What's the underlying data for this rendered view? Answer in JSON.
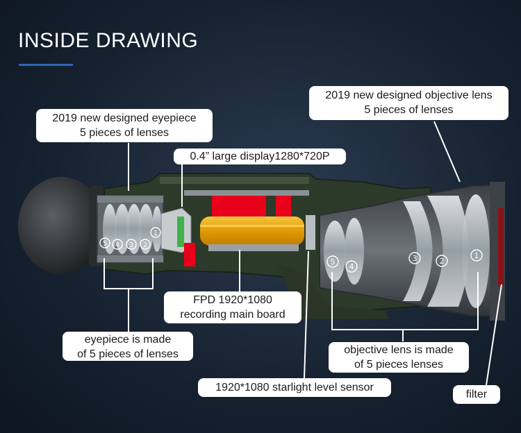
{
  "title": "INSIDE DRAWING",
  "labels": {
    "eyepiece_design": {
      "line1": "2019 new designed eyepiece",
      "line2": "5 pieces of lenses"
    },
    "objective_design": {
      "line1": "2019 new designed objective lens",
      "line2": "5 pieces of lenses"
    },
    "display": "0.4” large display1280*720P",
    "main_board": {
      "line1": "FPD 1920*1080",
      "line2": "recording main board"
    },
    "eyepiece_made": {
      "line1": "eyepiece is made",
      "line2": "of 5 pieces of lenses"
    },
    "objective_made": {
      "line1": "objective lens is made",
      "line2": "of 5 pieces lenses"
    },
    "sensor": "1920*1080 starlight level sensor",
    "filter": "filter"
  },
  "eyepiece_numbers": [
    "5",
    "4",
    "3",
    "2",
    "1"
  ],
  "objective_numbers": [
    "5",
    "4",
    "3",
    "2",
    "1"
  ],
  "colors": {
    "accent_underline": "#2f63b8",
    "board_red": "#e8001a",
    "sensor_gold": "#e9a500",
    "housing_green": "#2c3a2a"
  }
}
